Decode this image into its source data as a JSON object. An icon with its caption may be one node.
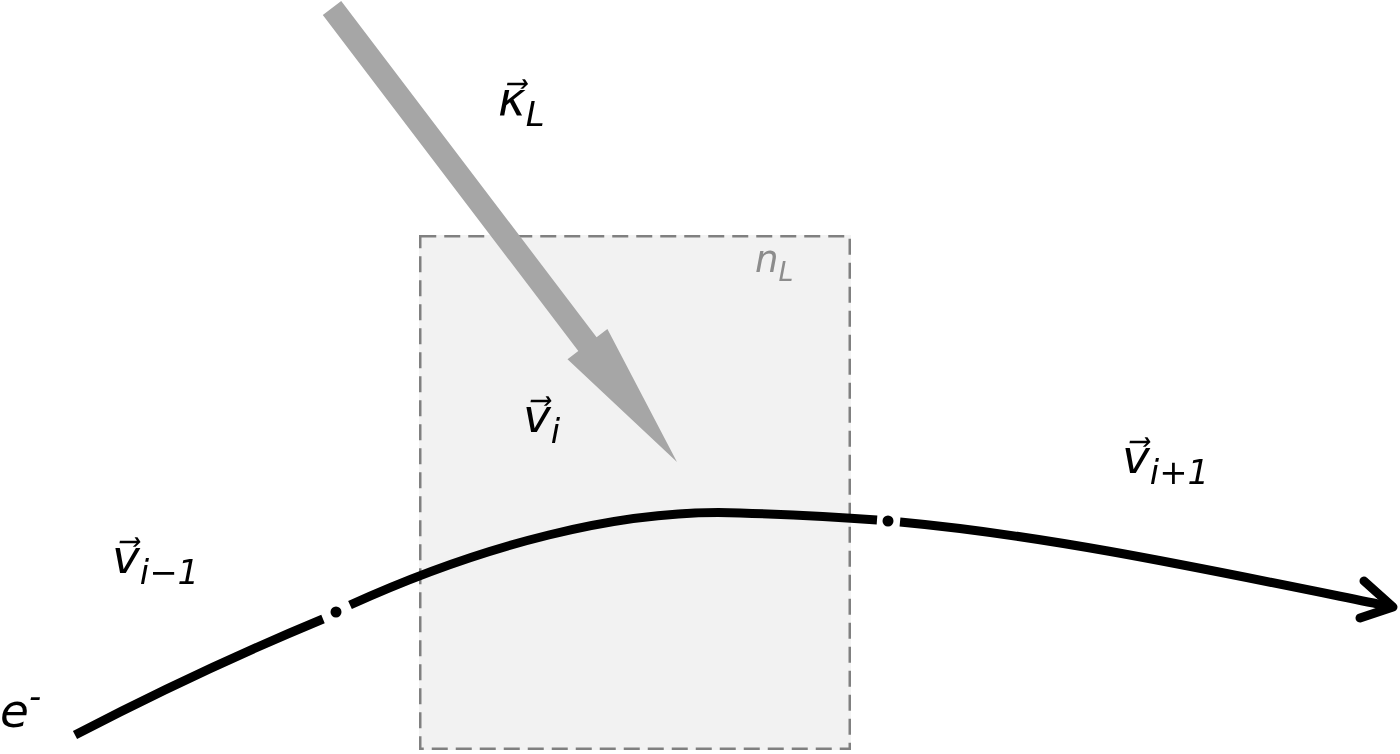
{
  "diagram": {
    "nodes": [
      {
        "text": [
          "n$_{L}$",
          "v⃗$_{i}$"
        ]
      }
    ],
    "labels": [
      "κ⃗$_{L}$",
      "v⃗$_{i+1}$",
      "v⃗$_{i−1}$",
      "e$^{-}$"
    ]
  }
}
